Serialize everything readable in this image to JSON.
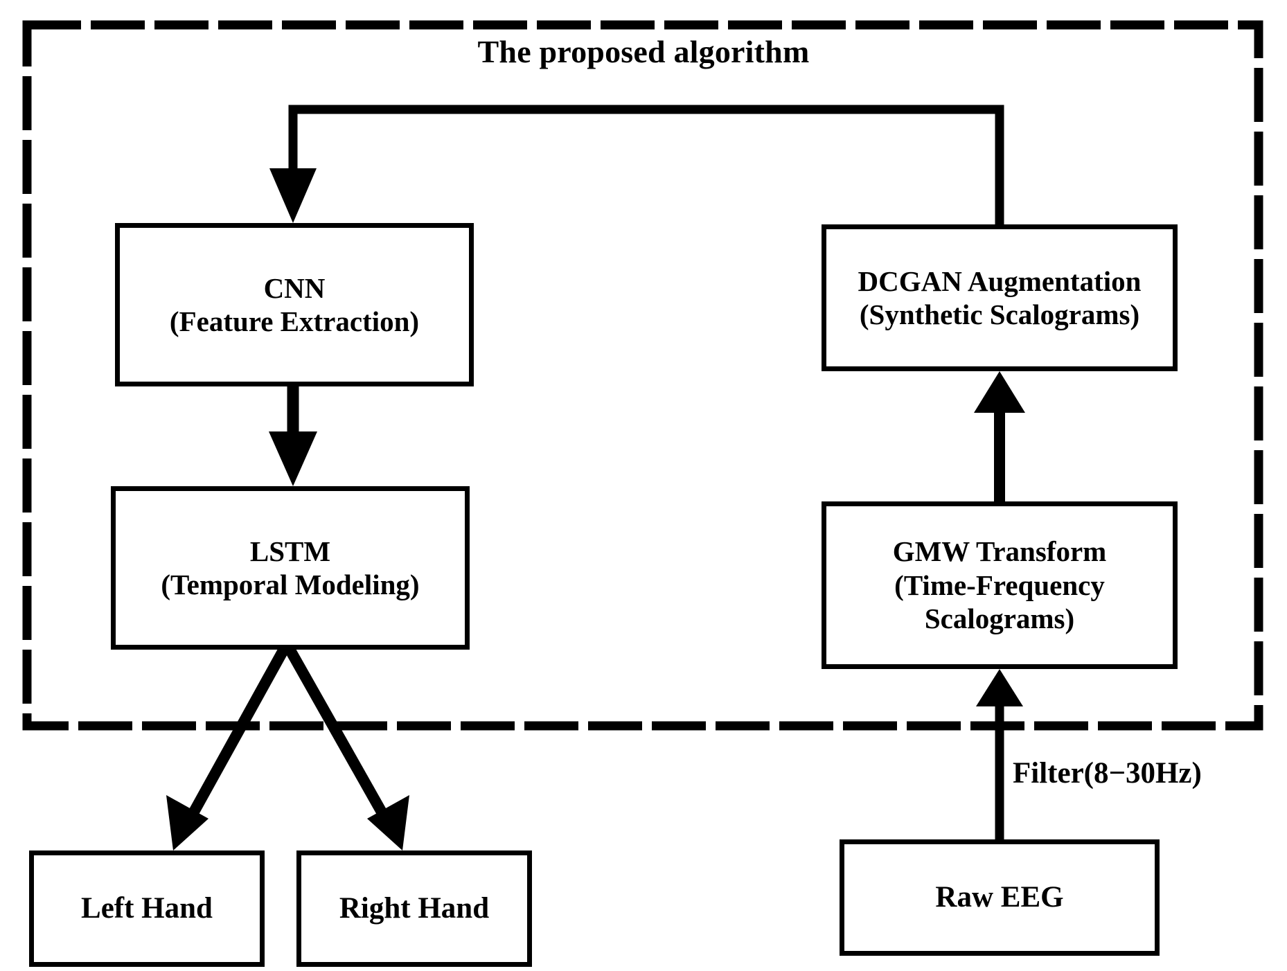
{
  "diagram": {
    "title": "The proposed algorithm",
    "container": {
      "name": "proposed-algorithm-boundary",
      "style": "dashed",
      "color": "#000000"
    },
    "nodes": [
      {
        "id": "cnn",
        "label": "CNN\n(Feature Extraction)"
      },
      {
        "id": "lstm",
        "label": "LSTM\n(Temporal Modeling)"
      },
      {
        "id": "dcgan",
        "label": "DCGAN Augmentation\n(Synthetic Scalograms)"
      },
      {
        "id": "gmw",
        "label": "GMW Transform\n(Time-Frequency\nScalograms)"
      },
      {
        "id": "left_hand",
        "label": "Left Hand"
      },
      {
        "id": "right_hand",
        "label": "Right Hand"
      },
      {
        "id": "raw_eeg",
        "label": "Raw EEG"
      }
    ],
    "edges": [
      {
        "from": "raw_eeg",
        "to": "gmw",
        "label": "Filter(8−30Hz)"
      },
      {
        "from": "gmw",
        "to": "dcgan",
        "label": ""
      },
      {
        "from": "dcgan",
        "to": "cnn",
        "label": ""
      },
      {
        "from": "cnn",
        "to": "lstm",
        "label": ""
      },
      {
        "from": "lstm",
        "to": "left_hand",
        "label": ""
      },
      {
        "from": "lstm",
        "to": "right_hand",
        "label": ""
      }
    ],
    "edge_labels": {
      "filter": "Filter(8−30Hz)"
    }
  }
}
